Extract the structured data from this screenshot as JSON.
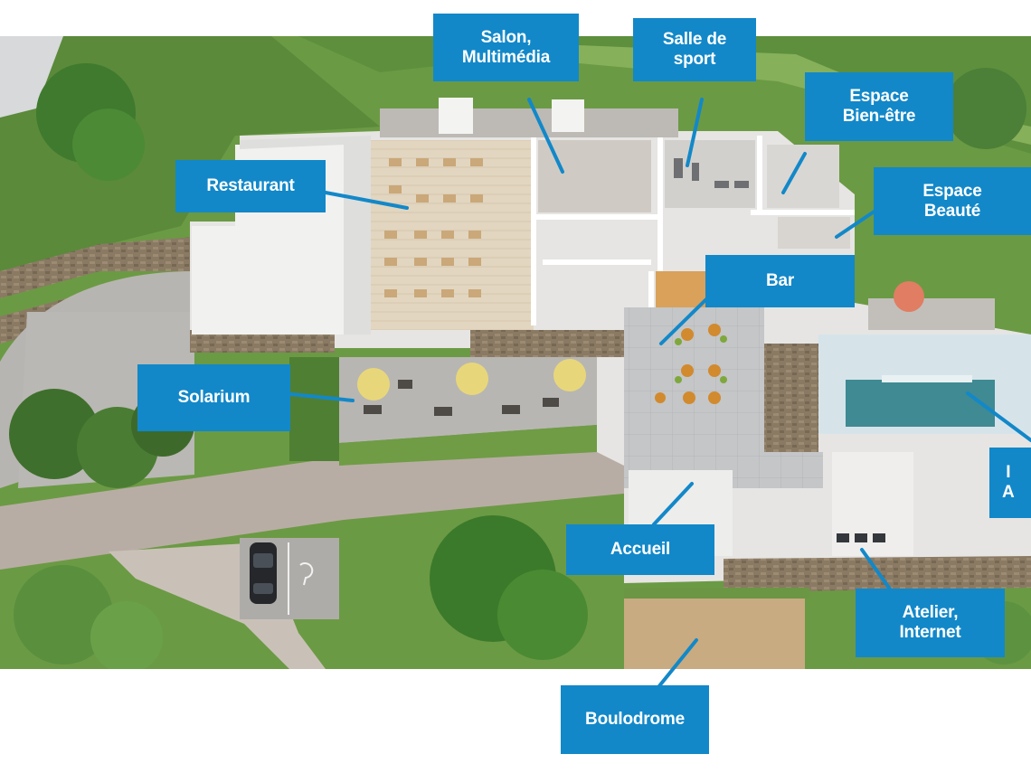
{
  "plan": {
    "callouts": [
      {
        "id": "salon",
        "text": "Salon,\nMultimédia"
      },
      {
        "id": "salle",
        "text": "Salle de\nsport"
      },
      {
        "id": "bienetre",
        "text": "Espace\nBien-être"
      },
      {
        "id": "beaute",
        "text": "Espace\nBeauté"
      },
      {
        "id": "restaurant",
        "text": "Restaurant"
      },
      {
        "id": "bar",
        "text": "Bar"
      },
      {
        "id": "solarium",
        "text": "Solarium"
      },
      {
        "id": "aquatique",
        "text": "I\nA"
      },
      {
        "id": "accueil",
        "text": "Accueil"
      },
      {
        "id": "atelier",
        "text": "Atelier,\nInternet"
      },
      {
        "id": "boulodrome",
        "text": "Boulodrome"
      }
    ]
  }
}
